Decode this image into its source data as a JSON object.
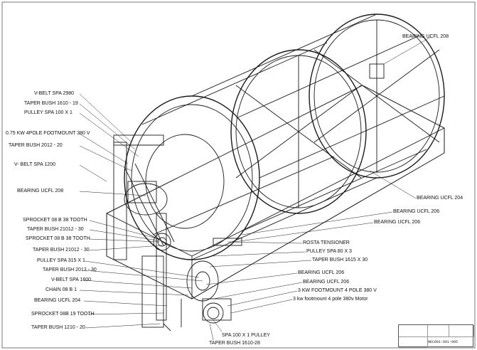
{
  "labels": {
    "bearing_ucfl_208_top": "BEARING UCFL 208",
    "vbelt_spa_2980": "V-BELT SPA 2980",
    "taper_bush_1610_19": "TAPER BUSH 1610 - 19",
    "pulley_spa_100x1": "PULLEY SPA 100 X 1",
    "motor_075kw": "0.75 KW 4POLE FOOTMOUNT 380 V",
    "taper_bush_2012_20": "TAPER BUSH 2012 - 20",
    "vbelt_spa_1200": "V- BELT SPA 1200",
    "bearing_ucfl_208_left": "BEARING UCFL 208",
    "bearing_ucfl_204_right": "BEARING UCFL 204",
    "bearing_ucfl_206_a": "BEARING UCFL 206",
    "bearing_ucfl_206_b": "BEARING UCFL 206",
    "sprocket_08b_38_a": "SPROCKET 08 B 38 TOOTH",
    "taper_bush_21012_30_a": "TAPER BUSH 21012 - 30",
    "sprocket_08b_38_b": "SPROCKET 08 B 38 TOOTH",
    "taper_bush_21012_30_b": "TAPER BUSH 21012 - 30",
    "rosta_tensioner": "ROSTA TENSIONER",
    "pulley_spa_80x3": "PULLEY SPA 80 X 3",
    "taper_bush_1615_30": "TAPER BUSH 1615 X 30",
    "pulley_spa_315x1": "PULLEY SPA 315 X 1",
    "taper_bush_2012_30": "TAPER BUSH 2012 - 30",
    "bearing_ucfl_206_c": "BEARING UCFL 206",
    "vbelt_spa_1600": "V-BELT SPA 1600",
    "bearing_ucfl_206_d": "BEARING UCFL 206",
    "chain_08b_1": "CHAIN 08 B 1",
    "motor_3kw": "3 KW FOOTMOUNT 4 POLE 380 V",
    "bearing_ucfl_204_left": "BEARING UCFL 204",
    "motor_3kw_lower": "3 kw footmount 4 pole 380v Motor",
    "sprocket_08b_19": "SPROCKET 08B 19 TOOTH",
    "taper_bush_1210_20": "TAPER BUSH 1210 - 20",
    "spa_100x1_pulley": "SPA 100 X 1 PULLEY",
    "taper_bush_1610_28": "TAPER BUSH 1610-28"
  },
  "title_block": {
    "drawing_number": "NEC001-001-005"
  }
}
